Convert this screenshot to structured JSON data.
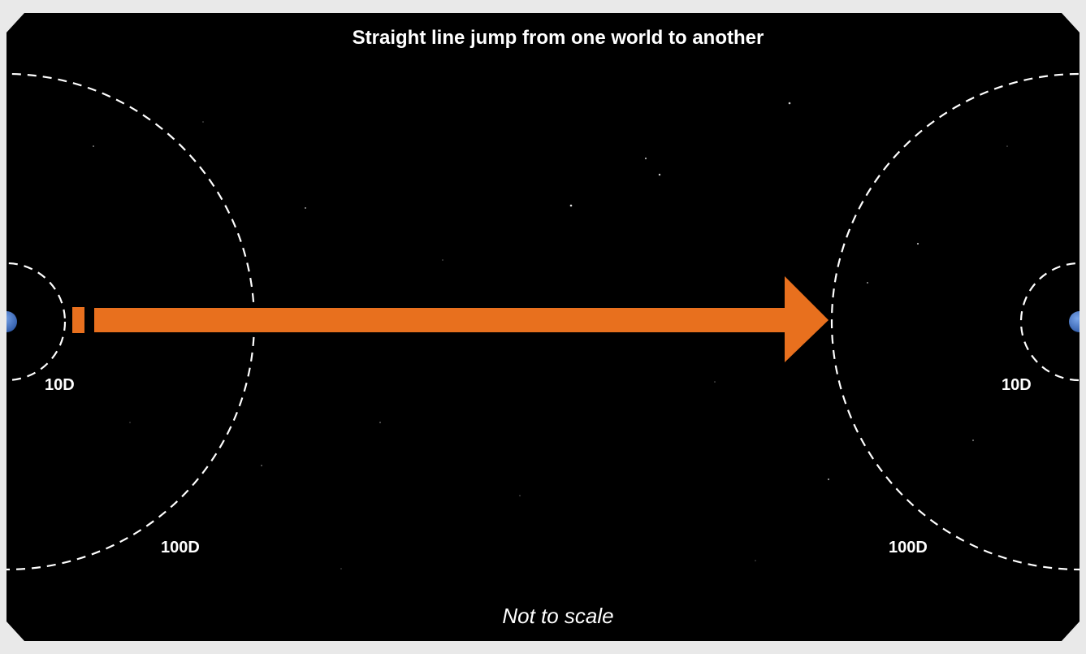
{
  "title": "Straight line jump from one world to another",
  "caption": "Not to scale",
  "labels": {
    "left_inner": "10D",
    "left_outer": "100D",
    "right_inner": "10D",
    "right_outer": "100D"
  },
  "colors": {
    "background": "#000000",
    "frame": "#e9e9e9",
    "arrow": "#e8701e",
    "planet": "#3f6fc0",
    "ring": "#ffffff"
  }
}
